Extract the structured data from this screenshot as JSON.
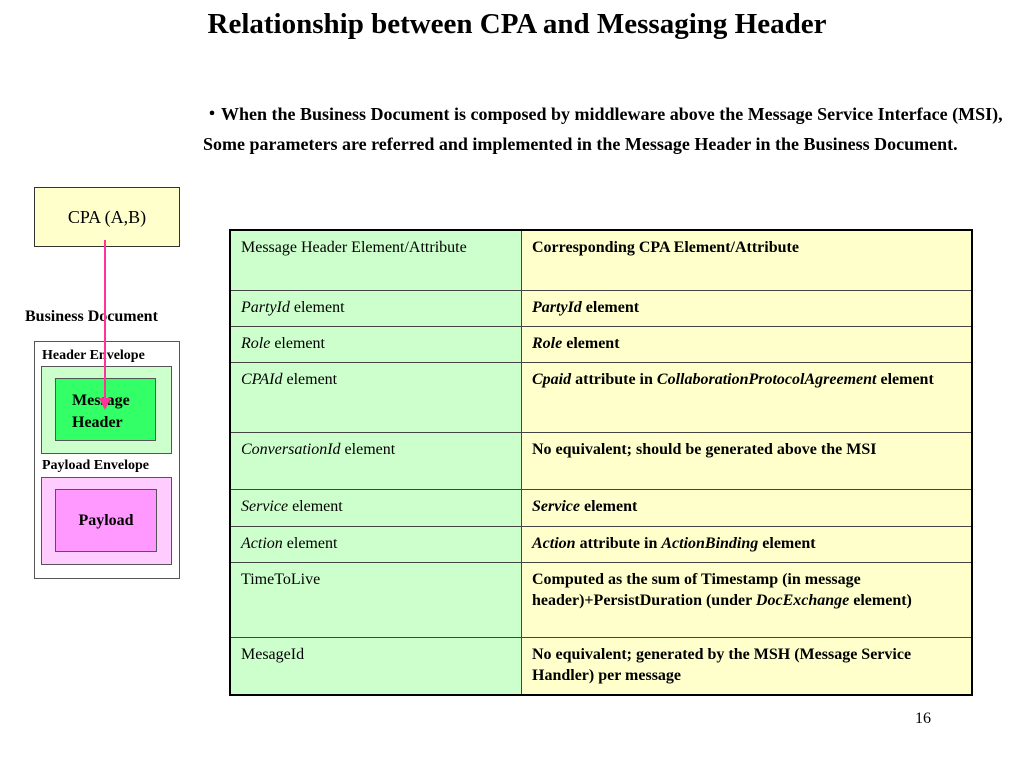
{
  "title": "Relationship between CPA and Messaging Header",
  "bullet": {
    "marker": "・",
    "text": "When the Business Document is composed by middleware above the Message Service Interface (MSI), Some parameters are referred and implemented in the Message Header in the Business Document."
  },
  "diagram": {
    "cpa_label": "CPA (A,B)",
    "business_document_label": "Business Document",
    "header_envelope_label": "Header Envelope",
    "message_header_line1": "Message",
    "message_header_line2": "Header",
    "payload_envelope_label": "Payload Envelope",
    "payload_label": "Payload",
    "colors": {
      "cpa_box": "#ffffcc",
      "header_envelope": "#ccffcc",
      "message_header": "#33ff66",
      "payload_envelope": "#ffccff",
      "payload": "#ff99ff",
      "arrow": "#ff3399"
    }
  },
  "table": {
    "header": {
      "col1": "Message Header Element/Attribute",
      "col2": "Corresponding CPA Element/Attribute"
    },
    "rows": [
      {
        "c1_italic": "PartyId",
        "c1_rest": " element",
        "c2_pre": "",
        "c2_italic": "PartyId",
        "c2_mid": " element",
        "c2_italic2": "",
        "c2_rest": ""
      },
      {
        "c1_italic": "Role",
        "c1_rest": " element",
        "c2_pre": "",
        "c2_italic": "Role",
        "c2_mid": " element",
        "c2_italic2": "",
        "c2_rest": ""
      },
      {
        "c1_italic": "CPAId",
        "c1_rest": " element",
        "c2_pre": "",
        "c2_italic": "Cpaid",
        "c2_mid": " attribute in ",
        "c2_italic2": "CollaborationProtocolAgreement",
        "c2_rest": " element"
      },
      {
        "c1_italic": "ConversationId",
        "c1_rest": " element",
        "c2_pre": "No equivalent; should be generated above the MSI",
        "c2_italic": "",
        "c2_mid": "",
        "c2_italic2": "",
        "c2_rest": ""
      },
      {
        "c1_italic": "Service",
        "c1_rest": " element",
        "c2_pre": "",
        "c2_italic": "Service",
        "c2_mid": " element",
        "c2_italic2": "",
        "c2_rest": ""
      },
      {
        "c1_italic": "Action",
        "c1_rest": " element",
        "c2_pre": "",
        "c2_italic": "Action",
        "c2_mid": " attribute in ",
        "c2_italic2": "ActionBinding",
        "c2_rest": " element"
      },
      {
        "c1_italic": "",
        "c1_rest": "TimeToLive",
        "c2_pre": "Computed as the sum of Timestamp (in message header)+PersistDuration (under ",
        "c2_italic": "",
        "c2_mid": "",
        "c2_italic2": "DocExchange",
        "c2_rest": " element)"
      },
      {
        "c1_italic": "",
        "c1_rest": "MesageId",
        "c2_pre": "No equivalent; generated by the MSH (Message Service Handler) per message",
        "c2_italic": "",
        "c2_mid": "",
        "c2_italic2": "",
        "c2_rest": ""
      }
    ]
  },
  "page_number": "16"
}
